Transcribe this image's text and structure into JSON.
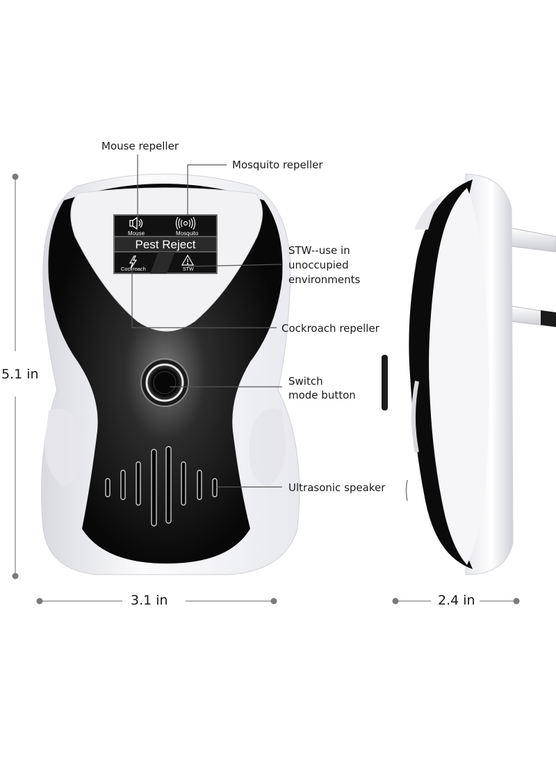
{
  "product": {
    "lcd_mouse_label": "Mouse",
    "lcd_mosquito_label": "Mosquito",
    "lcd_title": "Pest Reject",
    "lcd_cockroach_label": "Cockroach",
    "lcd_stw_label": "STW"
  },
  "callouts": {
    "mouse": "Mouse repeller",
    "mosquito": "Mosquito repeller",
    "stw_line1": "STW--use in",
    "stw_line2": "unoccupied",
    "stw_line3": "environments",
    "cockroach": "Cockroach repeller",
    "switch_line1": "Switch",
    "switch_line2": "mode button",
    "speaker": "Ultrasonic speaker"
  },
  "dimensions": {
    "height": "5.1 in",
    "width": "3.1 in",
    "depth": "2.4 in"
  },
  "colors": {
    "device_black": "#0d0d0d",
    "device_white": "#f4f4f6",
    "leader_line": "#555555"
  }
}
